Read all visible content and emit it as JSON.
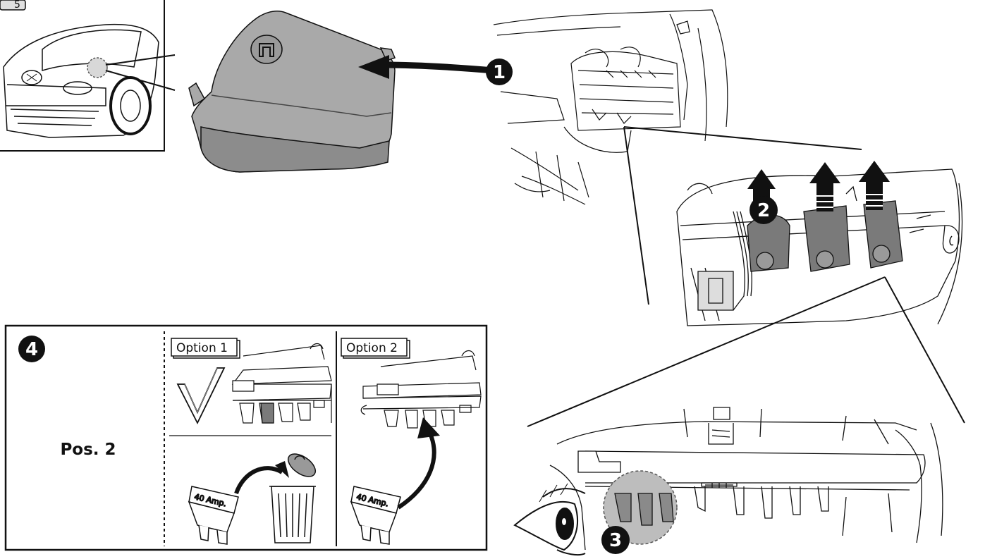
{
  "steps": {
    "step1": "1",
    "step2": "2",
    "step3": "3",
    "step4": "4"
  },
  "corner_badge": "5",
  "panel": {
    "position_label": "Pos. 2",
    "option1_label": "Option 1",
    "option2_label": "Option 2",
    "fuse_label_1": "40 Amp.",
    "fuse_label_2": "40 Amp."
  },
  "colors": {
    "line": "#111111",
    "cover_fill": "#a9a9a9",
    "cover_shade": "#8c8c8c",
    "highlight": "#bdbdbd",
    "badge": "#111111"
  },
  "icons": [
    "car-front-icon",
    "fuse-box-cover-icon",
    "arrow-right-icon",
    "arrow-up-icon",
    "eye-icon",
    "check-mark-icon",
    "trash-can-icon",
    "fuse-icon"
  ]
}
